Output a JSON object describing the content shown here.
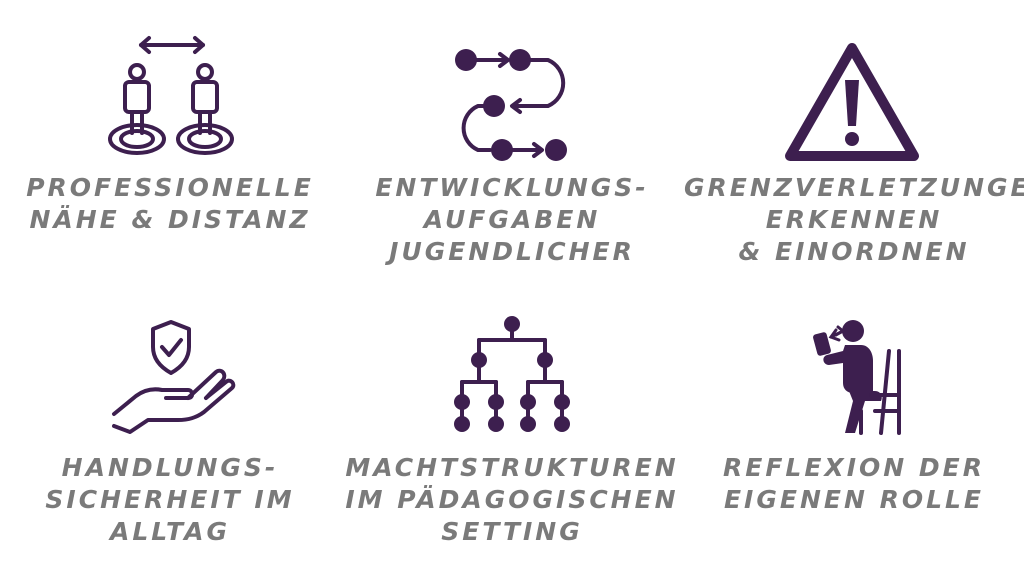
{
  "theme": {
    "icon_color": "#3d1f4f",
    "text_color": "#7a7a7a",
    "background": "#ffffff"
  },
  "tiles": [
    {
      "icon": "people-distance-icon",
      "lines": [
        "PROFESSIONELLE",
        "NÄHE & DISTANZ"
      ]
    },
    {
      "icon": "flow-path-icon",
      "lines": [
        "ENTWICKLUNGS-",
        "AUFGABEN",
        "JUGENDLICHER"
      ]
    },
    {
      "icon": "warning-triangle-icon",
      "lines": [
        "GRENZVERLETZUNGEN",
        "ERKENNEN",
        "& EINORDNEN"
      ]
    },
    {
      "icon": "hand-shield-check-icon",
      "lines": [
        "HANDLUNGS-",
        "SICHERHEIT IM",
        "ALLTAG"
      ]
    },
    {
      "icon": "hierarchy-tree-icon",
      "lines": [
        "MACHTSTRUKTUREN",
        "IM PÄDAGOGISCHEN",
        "SETTING"
      ]
    },
    {
      "icon": "person-mirror-reflection-icon",
      "lines": [
        "REFLEXION DER",
        "EIGENEN ROLLE"
      ]
    }
  ]
}
